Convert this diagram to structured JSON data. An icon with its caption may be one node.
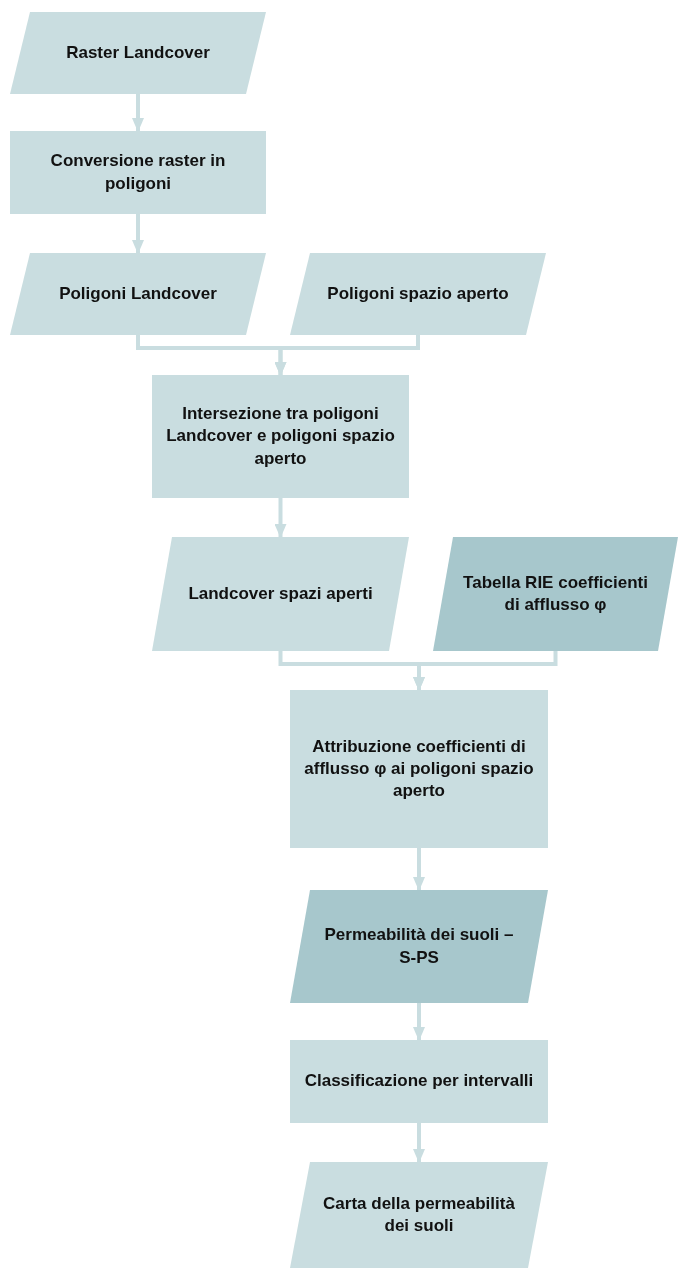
{
  "diagram": {
    "nodes": [
      {
        "text": [
          "Raster Landcover"
        ]
      },
      {
        "text": [
          "Conversione raster in poligoni"
        ]
      },
      {
        "text": [
          "Poligoni Landcover"
        ]
      },
      {
        "text": [
          "Poligoni spazio aperto"
        ]
      },
      {
        "text": [
          "Intersezione tra poligoni Landcover e poligoni spazio aperto"
        ]
      },
      {
        "text": [
          "Landcover spazi aperti"
        ]
      },
      {
        "text": [
          "Tabella RIE coefficienti di afflusso φ"
        ]
      },
      {
        "text": [
          "Attribuzione coefficienti di afflusso φ ai poligoni spazio aperto"
        ]
      },
      {
        "text": [
          "Permeabilità dei suoli – S-PS"
        ]
      },
      {
        "text": [
          "Classificazione per intervalli"
        ]
      },
      {
        "text": [
          "Carta della permeabilità dei suoli"
        ]
      }
    ],
    "edges": [
      {
        "from": 0,
        "to": 1,
        "arrow": "to"
      },
      {
        "from": 1,
        "to": 2,
        "arrow": "to"
      },
      {
        "from": 2,
        "to": 4,
        "arrow": "to"
      },
      {
        "from": 3,
        "to": 4,
        "arrow": "to"
      },
      {
        "from": 4,
        "to": 5,
        "arrow": "to"
      },
      {
        "from": 5,
        "to": 7,
        "arrow": "to"
      },
      {
        "from": 6,
        "to": 7,
        "arrow": "to"
      },
      {
        "from": 7,
        "to": 8,
        "arrow": "to"
      },
      {
        "from": 8,
        "to": 9,
        "arrow": "to"
      },
      {
        "from": 9,
        "to": 10,
        "arrow": "to"
      }
    ]
  }
}
